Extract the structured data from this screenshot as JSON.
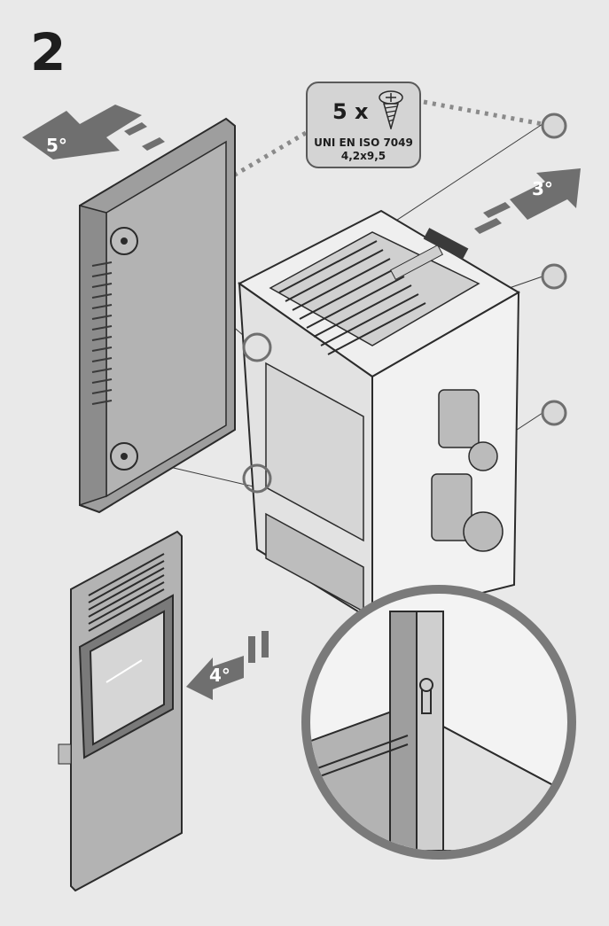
{
  "diagram": {
    "step_number": "2",
    "screw_callout": {
      "quantity": "5 x",
      "standard": "UNI EN ISO 7049",
      "size": "4,2x9,5",
      "icon": "screw-icon"
    },
    "arrows": [
      {
        "label": "5°",
        "direction": "left"
      },
      {
        "label": "3°",
        "direction": "right"
      },
      {
        "label": "4°",
        "direction": "left"
      }
    ],
    "colors": {
      "background": "#e9e9e9",
      "panel_fill": "#b3b3b3",
      "arrow_fill": "#6f6f6f",
      "line": "#2b2b2b"
    }
  }
}
